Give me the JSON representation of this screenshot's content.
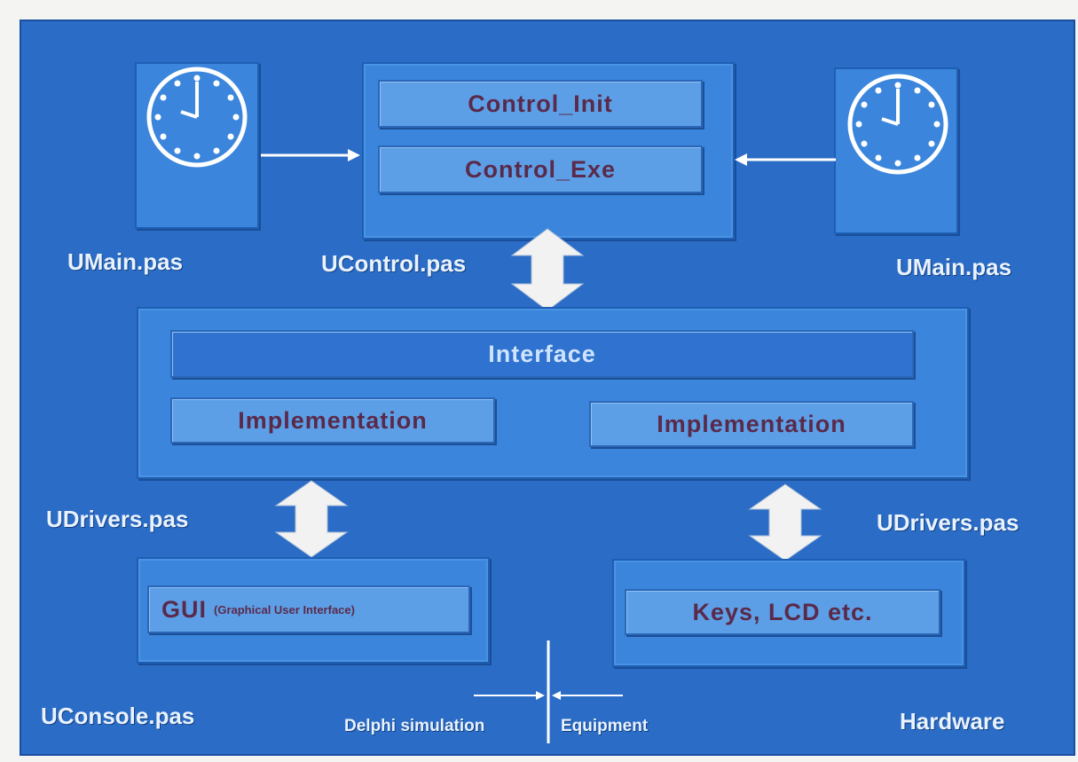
{
  "top": {
    "left_clock_label": "UMain.pas",
    "right_clock_label": "UMain.pas",
    "control_label": "UControl.pas",
    "control_init": "Control_Init",
    "control_exe": "Control_Exe"
  },
  "drivers": {
    "interface": "Interface",
    "implementation_left": "Implementation",
    "implementation_right": "Implementation",
    "left_label": "UDrivers.pas",
    "right_label": "UDrivers.pas"
  },
  "bottom": {
    "gui_main": "GUI",
    "gui_sub": "(Graphical User Interface)",
    "console_label": "UConsole.pas",
    "keys": "Keys, LCD etc.",
    "hardware_label": "Hardware",
    "sim_label": "Delphi simulation",
    "equipment_label": "Equipment"
  },
  "colors": {
    "background": "#2a6cc6",
    "panel": "#3b86dc",
    "bar": "#5d9fe6",
    "bar_text": "#5a2a4a",
    "label_text": "#e9f2ff"
  }
}
